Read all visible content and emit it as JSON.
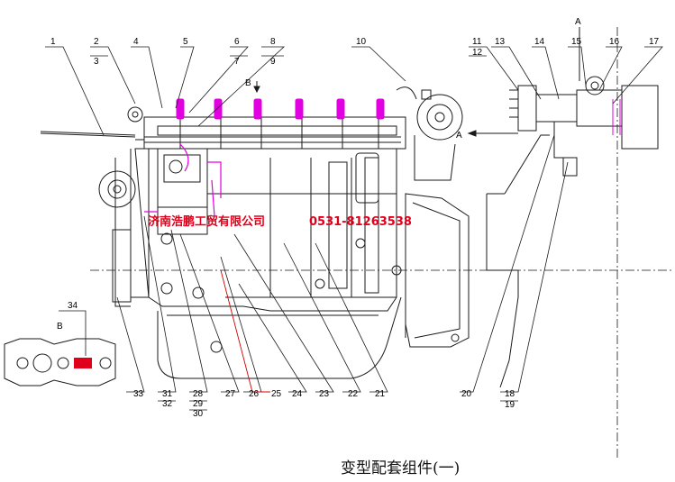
{
  "caption": "变型配套组件(一)",
  "watermark": {
    "company": "济南浩鹏工贸有限公司",
    "phone": "0531-81263538"
  },
  "view_labels": {
    "view_a_top": "A",
    "view_a_arrow": "A",
    "view_b_top": "B",
    "view_b_inset": "B"
  },
  "callouts_top": [
    "1",
    "2",
    "3",
    "4",
    "5",
    "6",
    "7",
    "8",
    "9",
    "10",
    "11",
    "12",
    "13",
    "14",
    "15",
    "16",
    "17"
  ],
  "callouts_bottom": [
    "18",
    "19",
    "20",
    "21",
    "22",
    "23",
    "24",
    "25",
    "26",
    "27",
    "28",
    "29",
    "30",
    "31",
    "32",
    "33",
    "34"
  ],
  "colors": {
    "line": "#1a1a1a",
    "injector": "#e000e0",
    "leader_red": "#d40000",
    "watermark": "#e0001b"
  }
}
